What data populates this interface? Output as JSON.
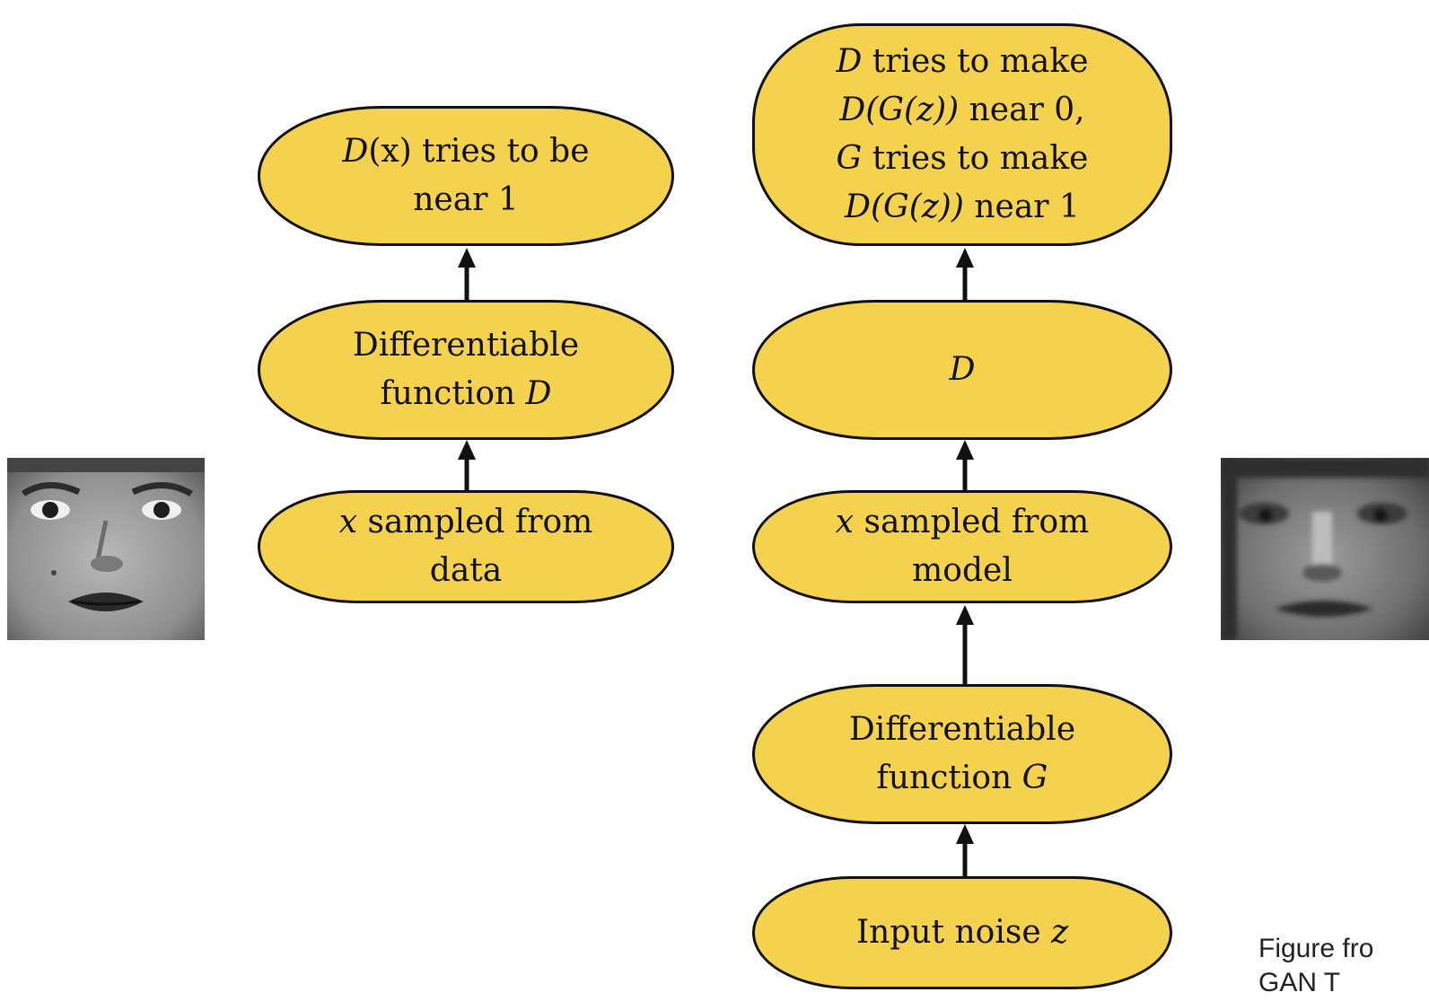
{
  "colors": {
    "node_fill": "#f5d24e",
    "node_stroke": "#111111",
    "arrow": "#111111"
  },
  "left_branch": {
    "top_box": {
      "line1_var": "D",
      "line1_rest": "(x) tries to be",
      "line2": "near 1"
    },
    "mid_box": {
      "line1": "Differentiable",
      "line2_prefix": "function ",
      "line2_var": "D"
    },
    "bottom_box": {
      "line1_var": "x",
      "line1_rest": " sampled from",
      "line2": "data"
    },
    "image": {
      "icon": "real-face-photo-icon"
    }
  },
  "right_branch": {
    "top_box": {
      "line1_var": "D",
      "line1_rest": " tries to make",
      "line2_expr": "D(G(z))",
      "line2_rest": " near 0,",
      "line3_var": "G",
      "line3_rest": " tries to make",
      "line4_expr": "D(G(z))",
      "line4_rest": " near 1"
    },
    "d_box": {
      "label": "D"
    },
    "sample_box": {
      "line1_var": "x",
      "line1_rest": " sampled from",
      "line2": "model"
    },
    "g_box": {
      "line1": "Differentiable",
      "line2_prefix": "function ",
      "line2_var": "G"
    },
    "noise_box": {
      "prefix": "Input noise ",
      "var": "z"
    },
    "image": {
      "icon": "generated-face-photo-icon"
    }
  },
  "caption": {
    "line1": "Figure fro",
    "line2": "GAN T"
  }
}
